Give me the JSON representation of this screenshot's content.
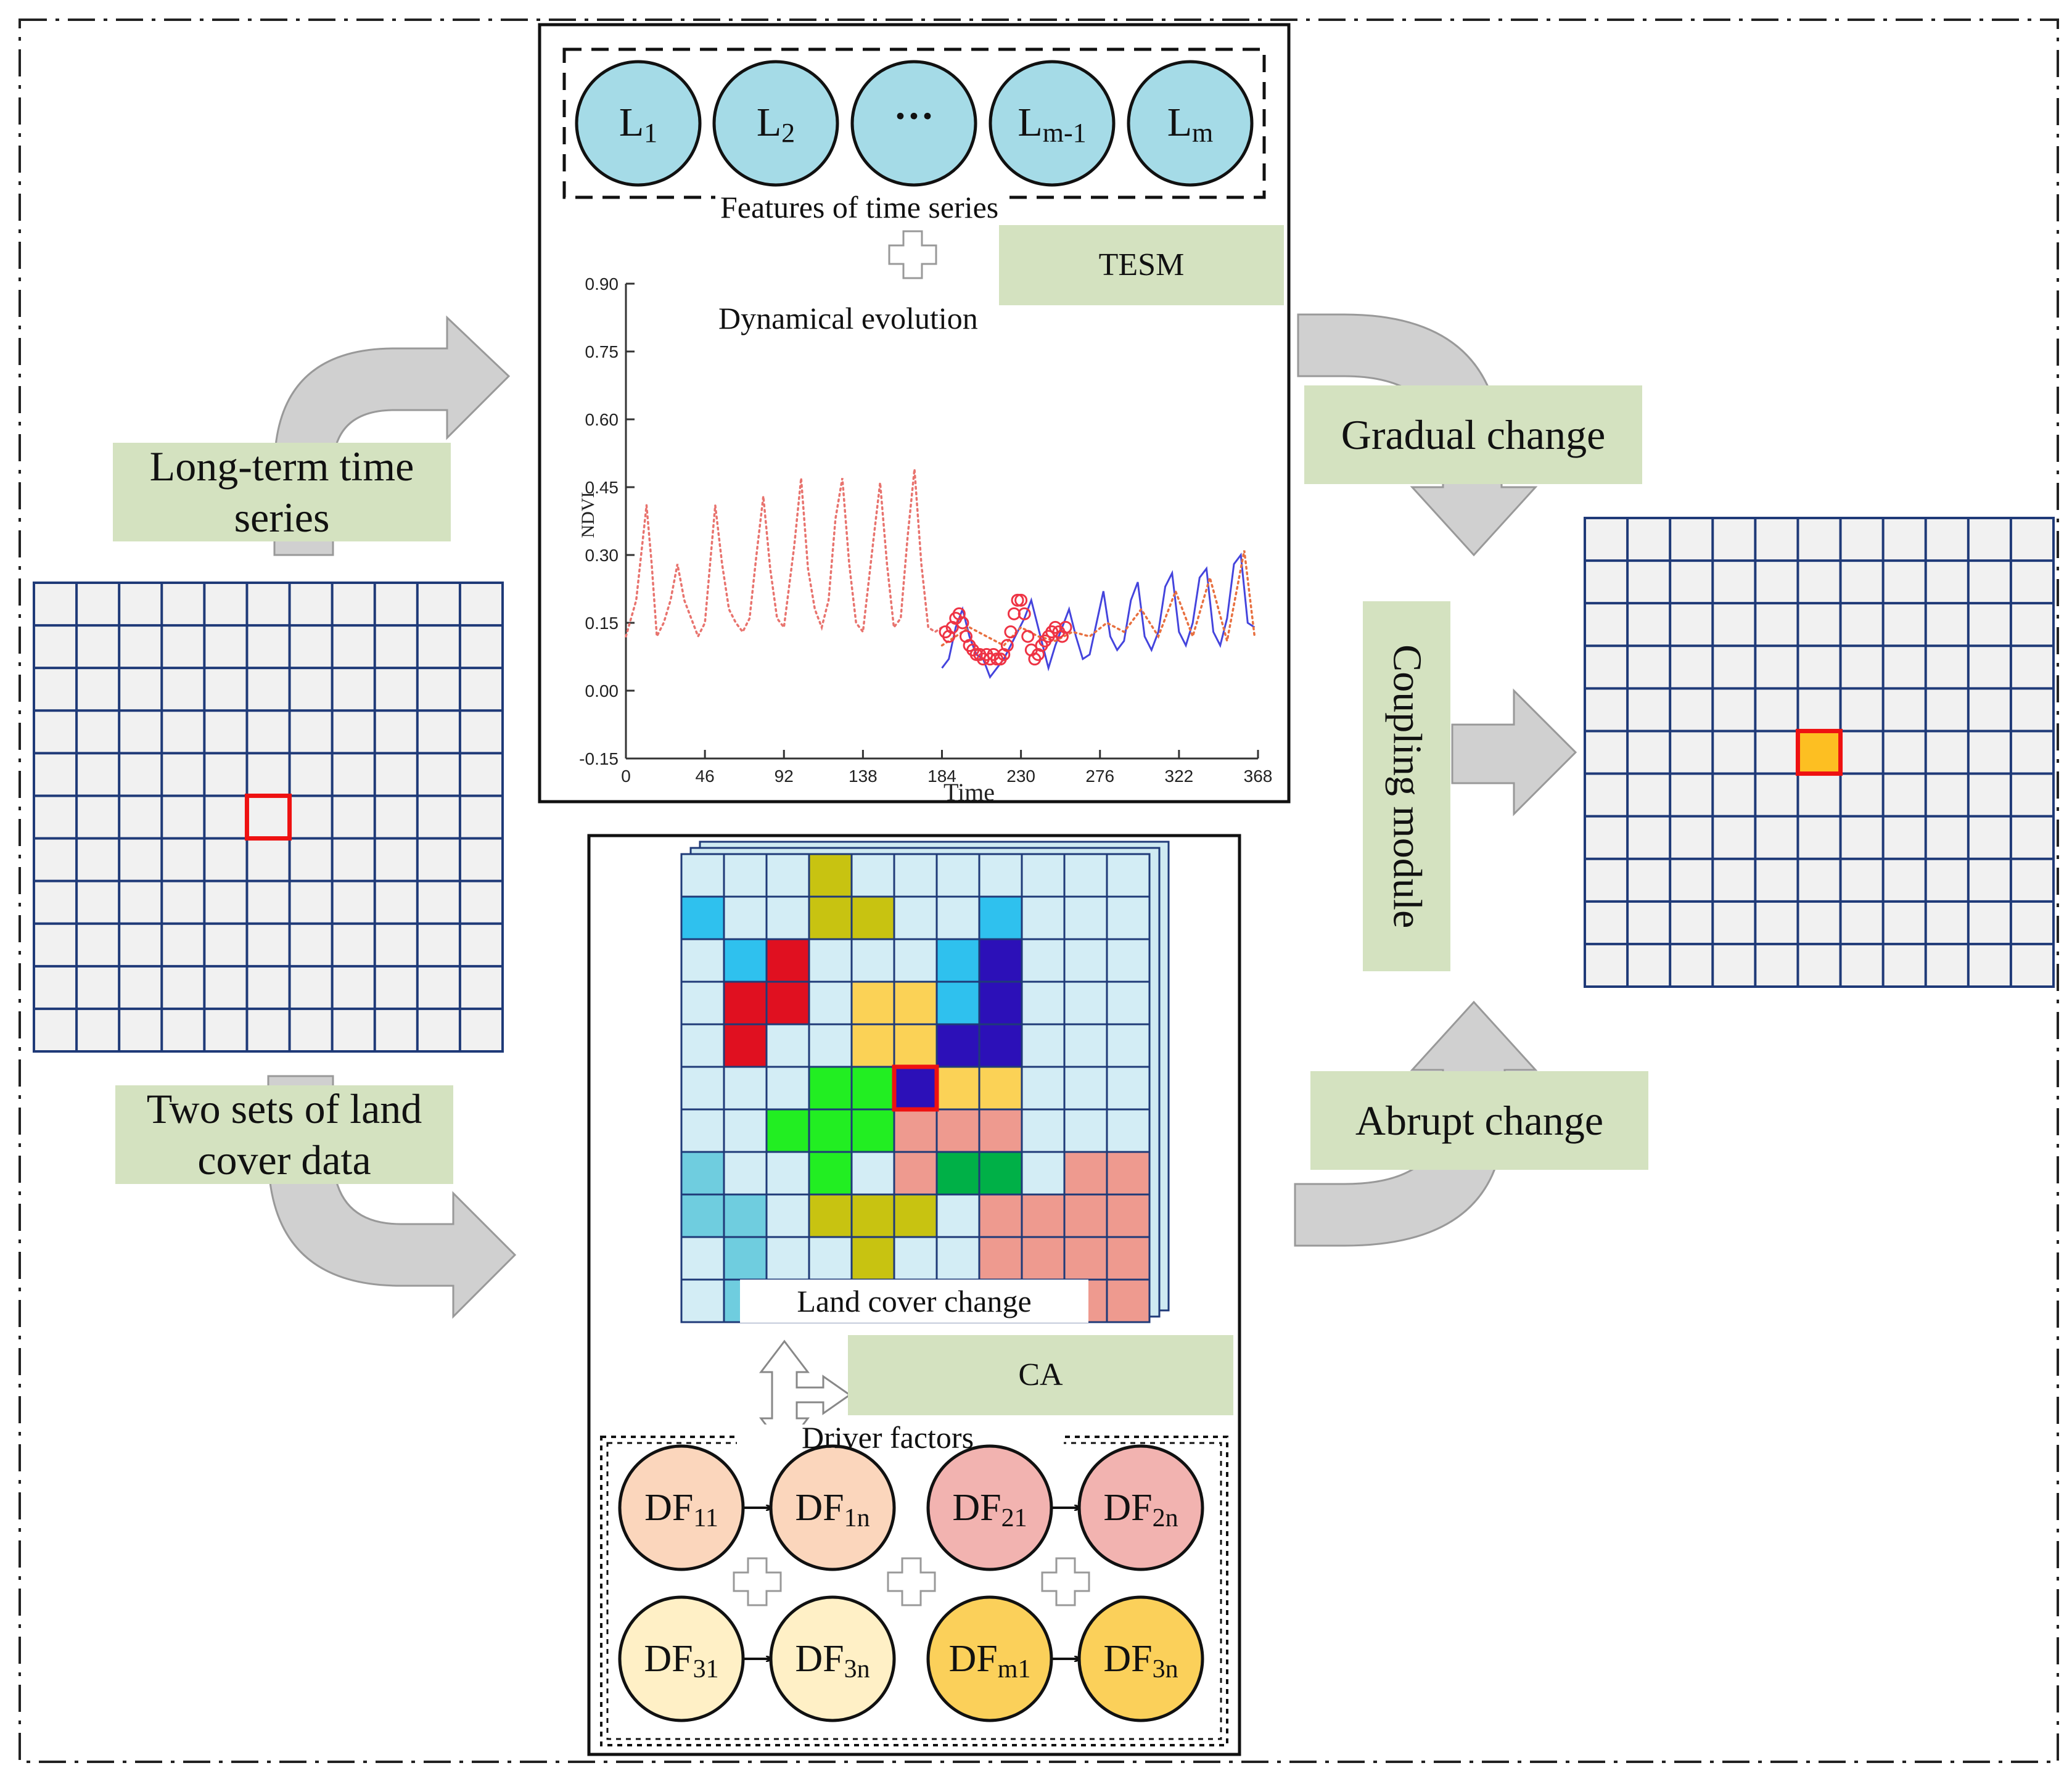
{
  "labels": {
    "long_term": "Long-term time series",
    "two_sets": "Two sets of land cover data",
    "gradual": "Gradual change",
    "abrupt": "Abrupt change",
    "coupling": "Coupling module",
    "tesm": "TESM",
    "ca": "CA",
    "features": "Features of time series",
    "dynamical": "Dynamical evolution",
    "land_cover_change": "Land cover change",
    "driver_factors": "Driver factors"
  },
  "time_series_features": [
    {
      "main": "L",
      "sub": "1"
    },
    {
      "main": "L",
      "sub": "2"
    },
    {
      "main": "···",
      "sub": ""
    },
    {
      "main": "L",
      "sub": "m-1"
    },
    {
      "main": "L",
      "sub": "m"
    }
  ],
  "driver_factors": [
    {
      "main": "DF",
      "sub": "11",
      "color": "#fbd6bc"
    },
    {
      "main": "DF",
      "sub": "1n",
      "color": "#fbd6bc"
    },
    {
      "main": "DF",
      "sub": "21",
      "color": "#f2b3b0"
    },
    {
      "main": "DF",
      "sub": "2n",
      "color": "#f2b3b0"
    },
    {
      "main": "DF",
      "sub": "31",
      "color": "#fff0c6"
    },
    {
      "main": "DF",
      "sub": "3n",
      "color": "#fff0c6"
    },
    {
      "main": "DF",
      "sub": "m1",
      "color": "#fbd05a"
    },
    {
      "main": "DF",
      "sub": "3n",
      "color": "#fbd05a"
    }
  ],
  "chart_data": {
    "type": "line",
    "ylabel": "NDVI",
    "xlabel": "Time",
    "xlim": [
      0,
      368
    ],
    "ylim": [
      -0.15,
      0.9
    ],
    "x_ticks": [
      "0",
      "46",
      "92",
      "138",
      "184",
      "230",
      "276",
      "322",
      "368"
    ],
    "y_ticks": [
      "0.90",
      "0.75",
      "0.60",
      "0.45",
      "0.30",
      "0.15",
      "0.00",
      "-0.15"
    ],
    "series": [
      {
        "style": "dotted",
        "color": "#e8736e",
        "x": [
          0,
          6,
          12,
          15,
          18,
          22,
          26,
          30,
          34,
          38,
          42,
          46,
          52,
          56,
          60,
          64,
          68,
          72,
          76,
          80,
          84,
          88,
          92,
          98,
          102,
          106,
          110,
          114,
          118,
          122,
          126,
          130,
          134,
          138,
          144,
          148,
          152,
          156,
          160,
          164,
          168,
          172,
          176,
          180,
          184
        ],
        "y": [
          0.12,
          0.2,
          0.41,
          0.28,
          0.12,
          0.15,
          0.2,
          0.28,
          0.2,
          0.16,
          0.12,
          0.15,
          0.41,
          0.28,
          0.18,
          0.15,
          0.13,
          0.16,
          0.3,
          0.43,
          0.27,
          0.16,
          0.14,
          0.32,
          0.47,
          0.27,
          0.18,
          0.14,
          0.2,
          0.38,
          0.47,
          0.28,
          0.15,
          0.13,
          0.33,
          0.46,
          0.28,
          0.14,
          0.16,
          0.34,
          0.49,
          0.28,
          0.14,
          0.13,
          0.14
        ]
      },
      {
        "style": "solid",
        "color": "#4444dd",
        "x": [
          184,
          188,
          192,
          196,
          200,
          204,
          208,
          212,
          216,
          220,
          224,
          228,
          232,
          236,
          240,
          246,
          250,
          254,
          258,
          262,
          266,
          270,
          274,
          278,
          282,
          286,
          290,
          294,
          298,
          302,
          306,
          310,
          314,
          318,
          322,
          326,
          330,
          334,
          338,
          342,
          346,
          350,
          354,
          358,
          362,
          366
        ],
        "y": [
          0.05,
          0.07,
          0.14,
          0.18,
          0.12,
          0.08,
          0.07,
          0.03,
          0.05,
          0.07,
          0.1,
          0.13,
          0.16,
          0.2,
          0.14,
          0.05,
          0.1,
          0.14,
          0.18,
          0.12,
          0.07,
          0.08,
          0.15,
          0.22,
          0.12,
          0.09,
          0.11,
          0.2,
          0.24,
          0.12,
          0.09,
          0.13,
          0.23,
          0.26,
          0.13,
          0.1,
          0.15,
          0.25,
          0.27,
          0.13,
          0.1,
          0.16,
          0.28,
          0.3,
          0.15,
          0.14
        ]
      },
      {
        "style": "dotted",
        "color": "#e87040",
        "x": [
          184,
          192,
          200,
          210,
          220,
          230,
          240,
          250,
          260,
          270,
          280,
          290,
          300,
          310,
          320,
          330,
          340,
          350,
          360,
          366
        ],
        "y": [
          0.1,
          0.12,
          0.14,
          0.12,
          0.1,
          0.14,
          0.12,
          0.11,
          0.13,
          0.12,
          0.15,
          0.13,
          0.18,
          0.12,
          0.22,
          0.12,
          0.25,
          0.11,
          0.31,
          0.12
        ]
      },
      {
        "style": "markers",
        "color": "#ee3344",
        "x": [
          186,
          188,
          190,
          192,
          194,
          196,
          198,
          200,
          202,
          204,
          206,
          208,
          210,
          212,
          214,
          216,
          218,
          220,
          222,
          224,
          226,
          228,
          230,
          232,
          234,
          236,
          238,
          240,
          242,
          244,
          246,
          248,
          250,
          252,
          254,
          256
        ],
        "y": [
          0.13,
          0.12,
          0.14,
          0.16,
          0.17,
          0.15,
          0.12,
          0.1,
          0.09,
          0.08,
          0.08,
          0.07,
          0.08,
          0.07,
          0.08,
          0.07,
          0.07,
          0.08,
          0.1,
          0.13,
          0.17,
          0.2,
          0.2,
          0.17,
          0.12,
          0.09,
          0.07,
          0.08,
          0.1,
          0.11,
          0.12,
          0.13,
          0.14,
          0.13,
          0.12,
          0.14
        ]
      }
    ]
  }
}
